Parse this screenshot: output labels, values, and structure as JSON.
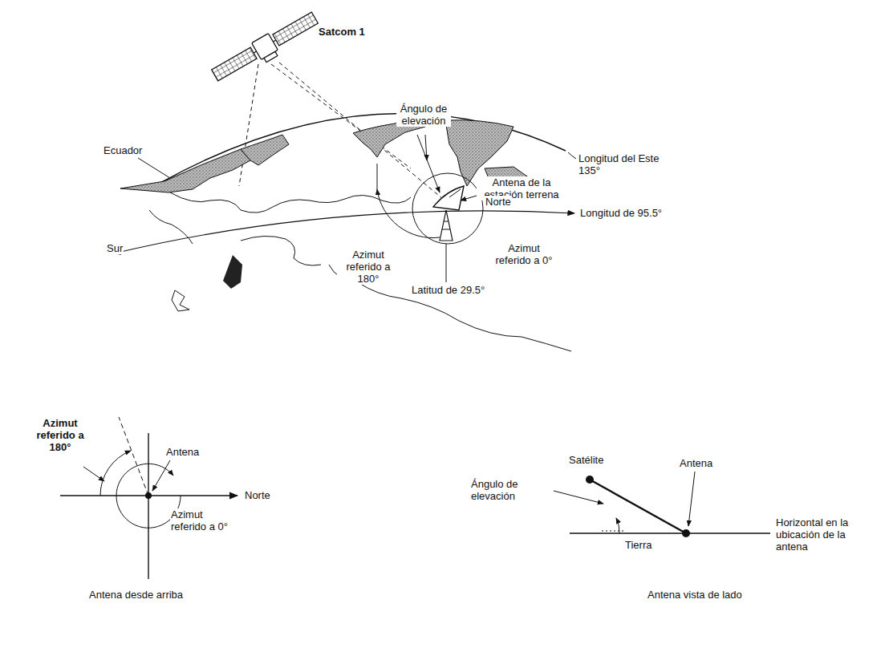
{
  "diagram": {
    "labels": [
      "Satcom 1",
      "Ecuador",
      "Ángulo de elevación",
      "Longitud del Este 135°",
      "Antena de la estación terrena",
      "Norte",
      "Longitud de 95.5°",
      "Sur",
      "Azimut referido a 180°",
      "Azimut referido a 0°",
      "Latitud de 29.5°",
      "Azimut referido a 180°",
      "Antena",
      "Norte",
      "Azimut referido a 0°",
      "Antena desde arriba",
      "Satélite",
      "Antena",
      "Ángulo de elevación",
      "Horizontal en la ubicación de la antena",
      "Tierra",
      "Antena vista de lado"
    ]
  }
}
